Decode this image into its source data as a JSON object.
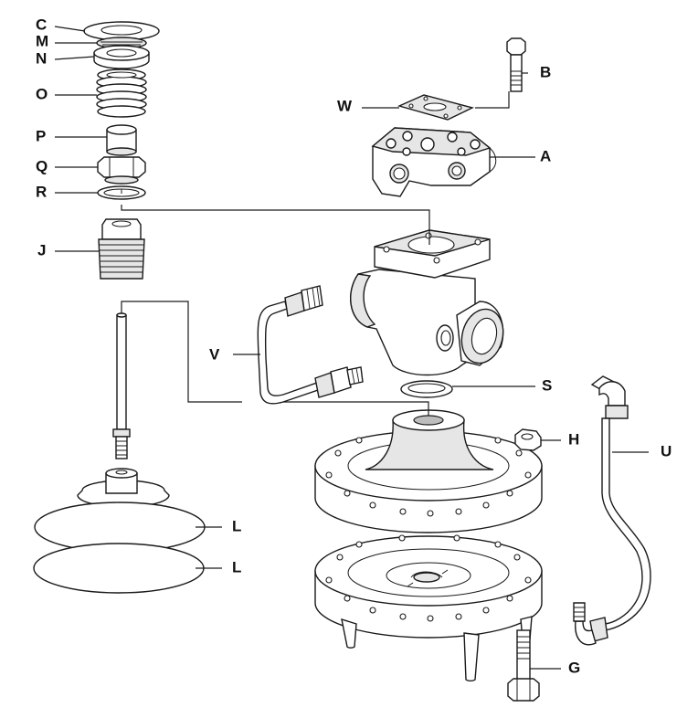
{
  "labels": {
    "C": "C",
    "M": "M",
    "N": "N",
    "O": "O",
    "P": "P",
    "Q": "Q",
    "R": "R",
    "J": "J",
    "W": "W",
    "B": "B",
    "A": "A",
    "V": "V",
    "S": "S",
    "H": "H",
    "U": "U",
    "L1": "L",
    "L2": "L",
    "G": "G"
  },
  "colors": {
    "ink": "#1a1a1a",
    "background": "#ffffff"
  }
}
